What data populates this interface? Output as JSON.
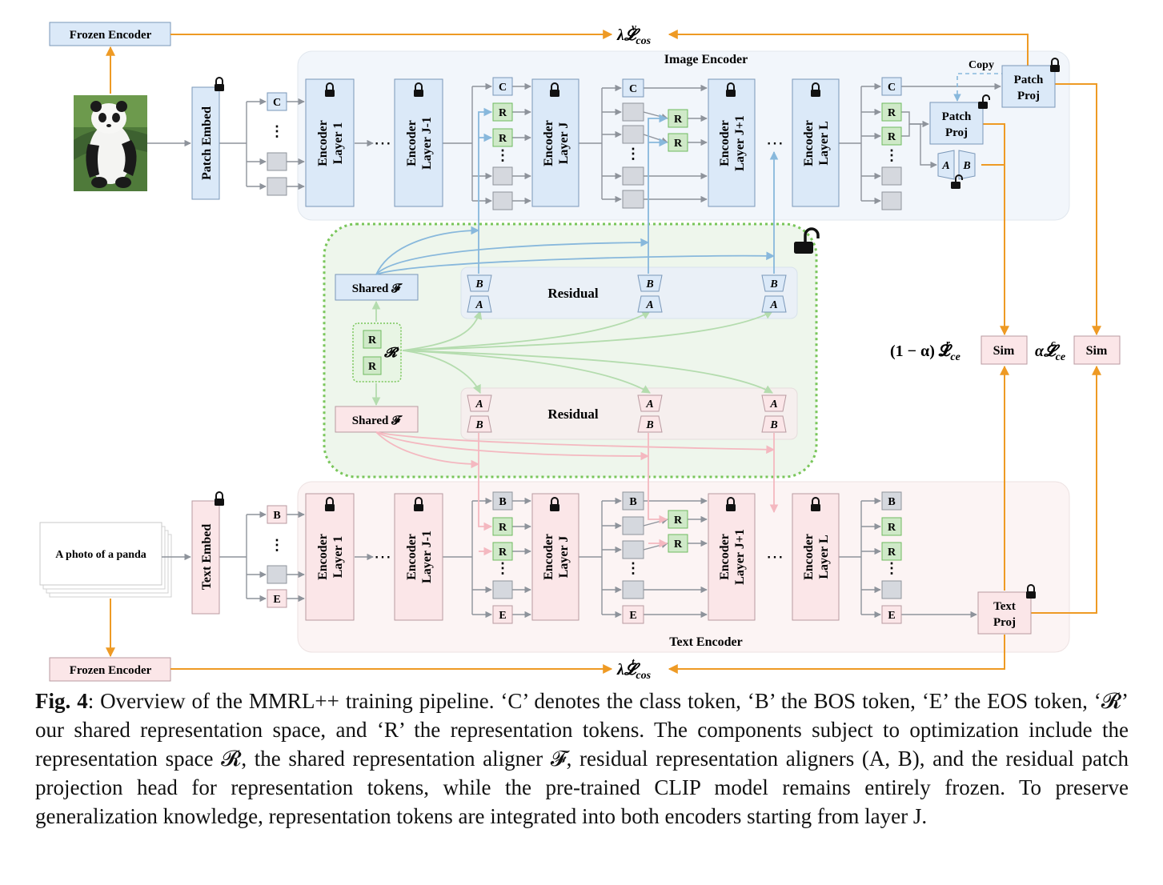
{
  "labels": {
    "frozen_encoder": "Frozen Encoder",
    "image_encoder": "Image Encoder",
    "text_encoder": "Text Encoder",
    "patch_embed": "Patch Embed",
    "text_embed": "Text Embed",
    "enc1_a": "Encoder",
    "enc1_b": "Layer 1",
    "encj1_a": "Encoder",
    "encj1_b": "Layer J-1",
    "encj_a": "Encoder",
    "encj_b": "Layer J",
    "encjp_a": "Encoder",
    "encjp_b": "Layer J+1",
    "encl_a": "Encoder",
    "encl_b": "Layer L",
    "patch_proj_a": "Patch",
    "patch_proj_b": "Proj",
    "text_proj_a": "Text",
    "text_proj_b": "Proj",
    "copy": "Copy",
    "sim": "Sim",
    "residual": "Residual",
    "shared_f": "Shared 𝓕",
    "rep_space": "𝓡",
    "text_input": "A photo of a panda",
    "loss_v": "λ𝓛",
    "loss_v_sup": "v",
    "loss_v_sub": "cos",
    "loss_t": "λ𝓛",
    "loss_t_sup": "t",
    "loss_t_sub": "cos",
    "loss_r": "(1 − α) 𝓛",
    "loss_r_sup": "r",
    "loss_r_sub": "ce",
    "loss_c": "α𝓛",
    "loss_c_sup": "c",
    "loss_c_sub": "ce",
    "tok_c": "C",
    "tok_r": "R",
    "tok_b": "B",
    "tok_e": "E",
    "mat_a": "A",
    "mat_b": "B",
    "dots": "⋯",
    "vdots": "⋮"
  },
  "caption": {
    "fig": "Fig. 4",
    "text": ": Overview of the MMRL++ training pipeline. ‘C’ denotes the class token, ‘B’ the BOS token, ‘E’ the EOS token, ‘𝓡’ our shared representation space, and ‘R’ the representation tokens. The components subject to optimization include the representation space 𝓡, the shared representation aligner 𝓕, residual representation aligners (A, B), and the residual patch projection head for representation tokens, while the pre-trained CLIP model remains entirely frozen. To preserve generalization knowledge, representation tokens are integrated into both encoders starting from layer J."
  },
  "colors": {
    "blue_fill": "#dbe9f8",
    "blue_stroke": "#7a97b8",
    "pink_fill": "#fbe6e8",
    "pink_stroke": "#b89aa0",
    "green_fill": "#cfe9c8",
    "green_stroke": "#6fba5f",
    "gray_fill": "#d5d8de",
    "gray_stroke": "#8e939b",
    "orange": "#ee9a24",
    "blue_arrow": "#88b8dc",
    "pink_arrow": "#f4b8c0",
    "green_arrow": "#b4dcae",
    "green_dotted": "#79c65a"
  }
}
